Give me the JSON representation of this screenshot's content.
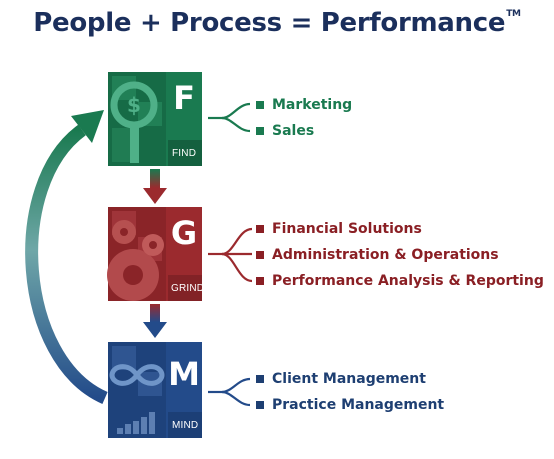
{
  "title": {
    "text": "People + Process = Performance",
    "trademark": "TM"
  },
  "colors": {
    "title": "#1b2f5c",
    "find": "#1a7a50",
    "grind": "#9b2a2e",
    "mind": "#234b8a"
  },
  "blocks": [
    {
      "key": "find",
      "letter": "F",
      "label": "FIND",
      "icon": "magnifier-icon",
      "items": [
        "Marketing",
        "Sales"
      ]
    },
    {
      "key": "grind",
      "letter": "G",
      "label": "GRIND",
      "icon": "gears-icon",
      "items": [
        "Financial Solutions",
        "Administration & Operations",
        "Performance Analysis & Reporting"
      ]
    },
    {
      "key": "mind",
      "letter": "M",
      "label": "MIND",
      "icon": "infinity-icon",
      "items": [
        "Client Management",
        "Practice Management"
      ]
    }
  ]
}
